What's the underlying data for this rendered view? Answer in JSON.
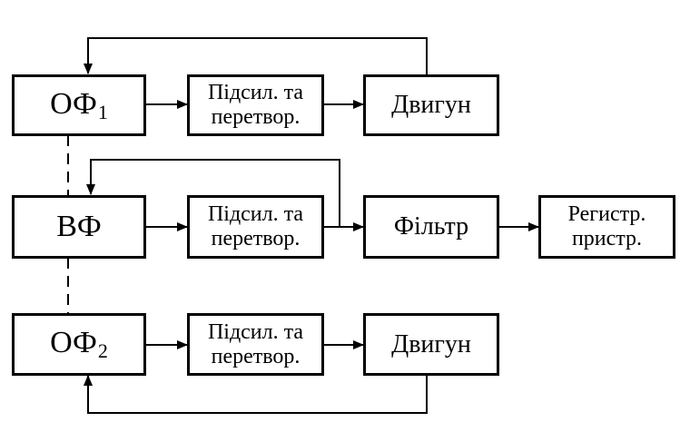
{
  "row1": {
    "sensor": {
      "base": "ОФ",
      "sub": "1"
    },
    "amp": {
      "line1": "Підсил. та",
      "line2": "перетвор."
    },
    "motor": "Двигун"
  },
  "row2": {
    "sensor": "ВФ",
    "amp": {
      "line1": "Підсил. та",
      "line2": "перетвор."
    },
    "filter": "Фільтр",
    "recorder": {
      "line1": "Регистр.",
      "line2": "пристр."
    }
  },
  "row3": {
    "sensor": {
      "base": "ОФ",
      "sub": "2"
    },
    "amp": {
      "line1": "Підсил. та",
      "line2": "перетвор."
    },
    "motor": "Двигун"
  }
}
